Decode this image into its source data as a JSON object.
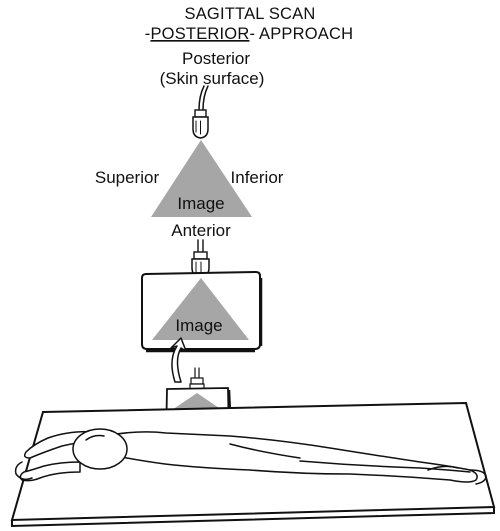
{
  "title": {
    "line1": "SAGITTAL SCAN",
    "line2_prefix": "-",
    "line2_emphasis": "POSTERIOR",
    "line2_suffix": "- APPROACH"
  },
  "labels": {
    "posterior": "Posterior",
    "skin_surface": "(Skin surface)",
    "superior": "Superior",
    "inferior": "Inferior",
    "image_triangle": "Image",
    "anterior": "Anterior",
    "image_panel": "Image"
  },
  "colors": {
    "ink": "#111111",
    "image_fill": "#a6a6a6",
    "panel_fill": "#ffffff"
  },
  "icons": {
    "transducer": "ultrasound-transducer-icon",
    "arrow": "curved-arrow-icon"
  }
}
